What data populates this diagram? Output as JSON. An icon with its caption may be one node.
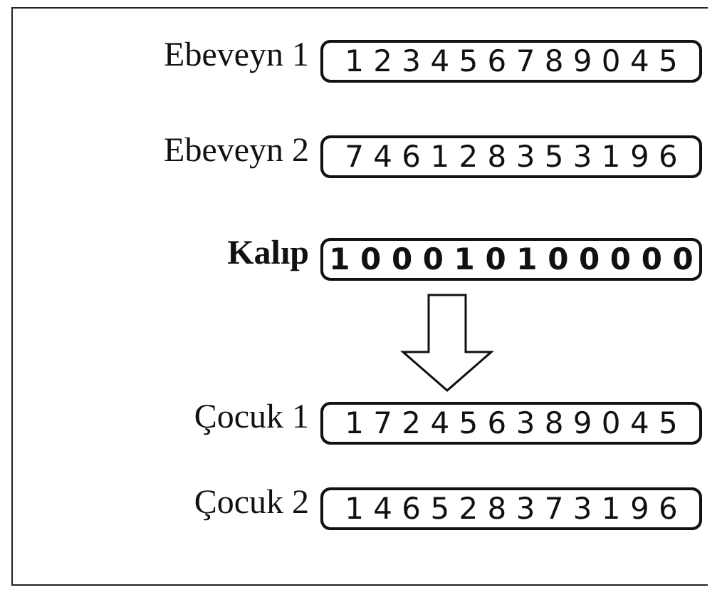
{
  "diagram": {
    "nodes": [
      {
        "text": [
          "1 2 3 4 5 6 7 8 9 0 4 5"
        ],
        "beside": [
          "Ebeveyn 1"
        ]
      },
      {
        "text": [
          "7 4 6 1 2 8 3 5 3 1 9 6"
        ],
        "beside": [
          "Ebeveyn 2"
        ]
      },
      {
        "text": [
          "1 0 0 0 1 0 1 0 0 0 0 0"
        ],
        "beside": [
          "Kalıp"
        ]
      },
      {
        "text": [
          "1 7 2 4 5 6 3 8 9 0 4 5"
        ],
        "beside": [
          "Çocuk 1"
        ]
      },
      {
        "text": [
          "1 4 6 5 2 8 3 7 3 1 9 6"
        ],
        "beside": [
          "Çocuk 2"
        ]
      }
    ],
    "edges": [
      {
        "from": 2,
        "to": 3,
        "arrow": "to"
      }
    ]
  }
}
